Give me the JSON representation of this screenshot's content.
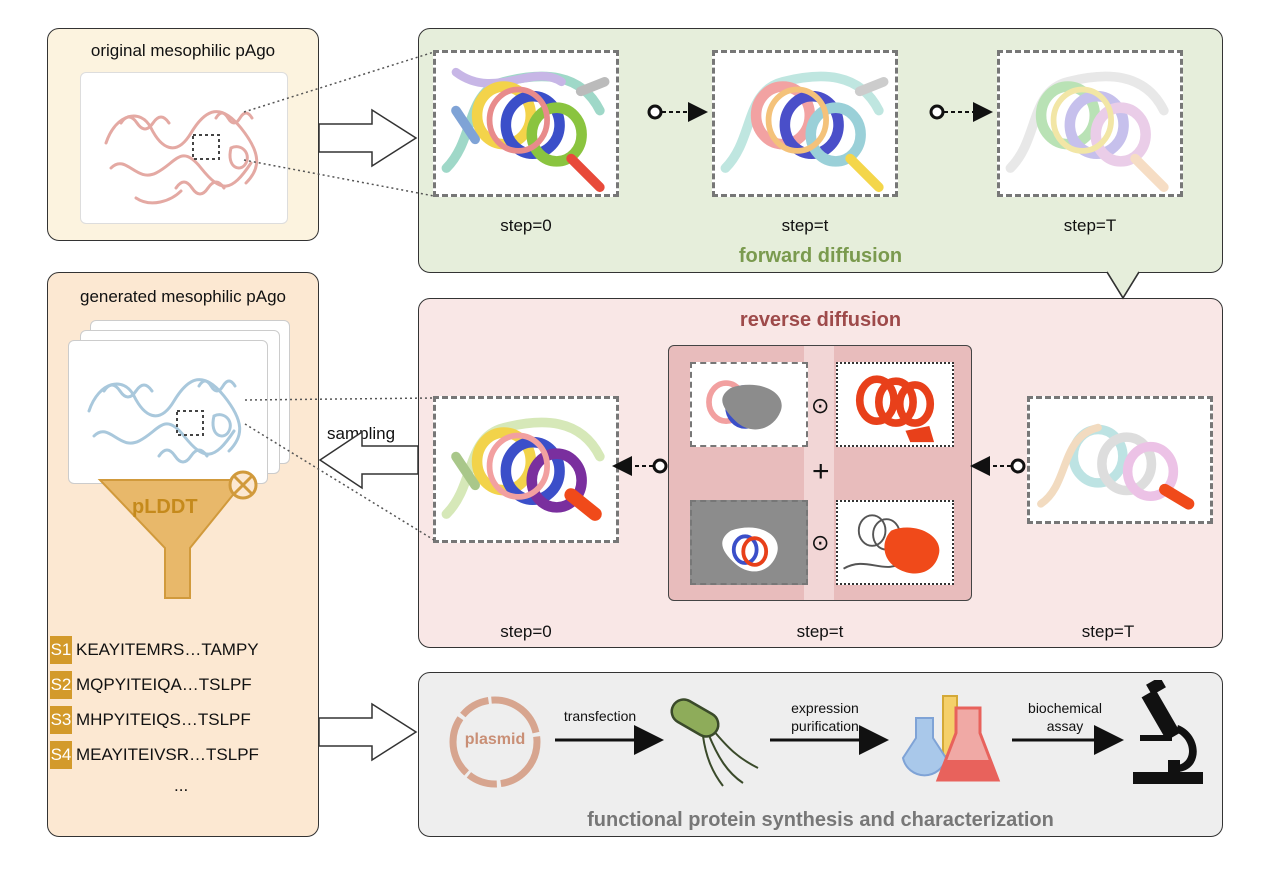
{
  "colors": {
    "original_panel": "#fcf3df",
    "generated_panel": "#fce8d2",
    "forward_panel": "#e6eedb",
    "reverse_panel": "#f9e7e6",
    "synthesis_panel": "#eeeeee",
    "forward_title": "#7a9a4e",
    "reverse_title": "#9e4a4a",
    "synthesis_title": "#777777",
    "funnel": "#e8b86a",
    "funnel_text": "#c58a1c",
    "plasmid": "#d7a58f",
    "seq_tag": "#d39a2b"
  },
  "original": {
    "title": "original mesophilic pAgo"
  },
  "generated": {
    "title": "generated mesophilic pAgo",
    "filter_label": "pLDDT",
    "sequences": [
      {
        "tag": "S1",
        "text": "KEAYITEMRS…TAMPY"
      },
      {
        "tag": "S2",
        "text": "MQPYITEIQA…TSLPF"
      },
      {
        "tag": "S3",
        "text": "MHPYITEIQS…TSLPF"
      },
      {
        "tag": "S4",
        "text": "MEAYITEIVSR…TSLPF"
      }
    ],
    "ellipsis": "..."
  },
  "forward": {
    "title": "forward diffusion",
    "steps": [
      "step=0",
      "step=t",
      "step=T"
    ]
  },
  "reverse": {
    "title": "reverse diffusion",
    "steps": [
      "step=0",
      "step=t",
      "step=T"
    ],
    "sampling_label": "sampling",
    "plus": "+",
    "odot": "⊙"
  },
  "synthesis": {
    "title": "functional protein synthesis and characterization",
    "plasmid_label": "plasmid",
    "arrow1": "transfection",
    "arrow2_line1": "expression",
    "arrow2_line2": "purification",
    "arrow3_line1": "biochemical",
    "arrow3_line2": "assay",
    "icons": [
      "plasmid-icon",
      "bacterium-icon",
      "lab-flask-icon",
      "microscope-icon"
    ]
  }
}
